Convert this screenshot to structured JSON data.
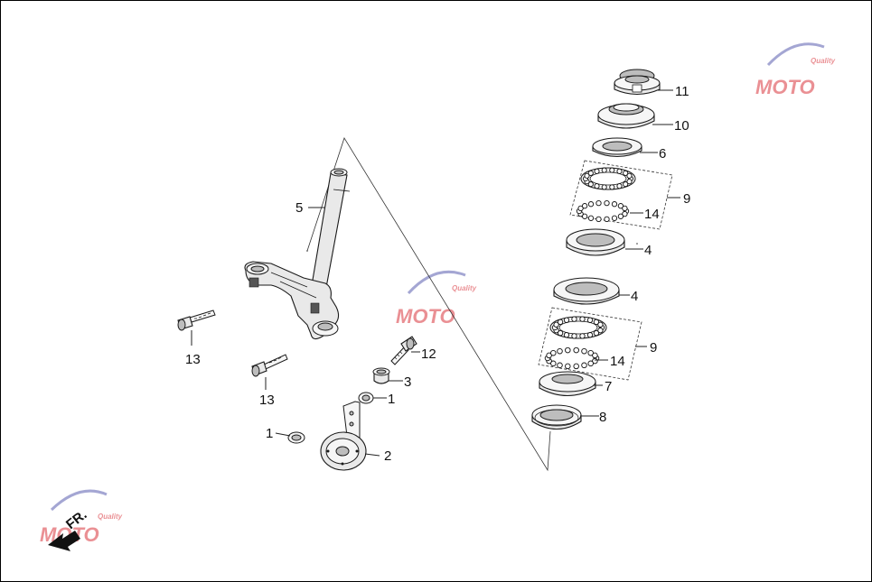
{
  "callouts": {
    "c1a": "1",
    "c1b": "1",
    "c2": "2",
    "c3": "3",
    "c4a": "4",
    "c4b": "4",
    "c5": "5",
    "c6": "6",
    "c7": "7",
    "c8": "8",
    "c9a": "9",
    "c9b": "9",
    "c10": "10",
    "c11": "11",
    "c12": "12",
    "c13a": "13",
    "c13b": "13",
    "c14a": "14",
    "c14b": "14"
  },
  "front_arrow": {
    "label": "FR."
  },
  "watermark": {
    "text": "MOTO",
    "sub": "Quality",
    "color_red": "#d9363e",
    "color_blue": "#5a5fb0"
  },
  "colors": {
    "line": "#1a1a1a",
    "fill": "#e9e9e9"
  }
}
